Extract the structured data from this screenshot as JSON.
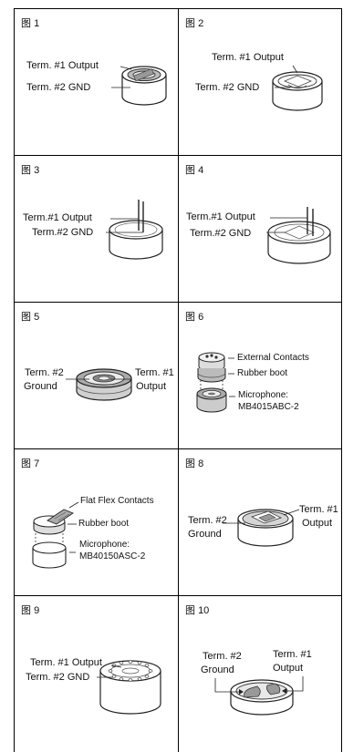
{
  "figure_prefix": "图",
  "panels": [
    {
      "num": "1",
      "labels": [
        "Term. #1 Output",
        "Term. #2 GND"
      ]
    },
    {
      "num": "2",
      "labels": [
        "Term. #1 Output",
        "Term. #2 GND"
      ]
    },
    {
      "num": "3",
      "labels": [
        "Term.#1 Output",
        "Term.#2 GND"
      ]
    },
    {
      "num": "4",
      "labels": [
        "Term.#1 Output",
        "Term.#2 GND"
      ]
    },
    {
      "num": "5",
      "labels": [
        "Term. #2",
        "Ground",
        "Term. #1",
        "Output"
      ]
    },
    {
      "num": "6",
      "labels": [
        "External Contacts",
        "Rubber boot",
        "Microphone:",
        "MB4015ABC-2"
      ]
    },
    {
      "num": "7",
      "labels": [
        "Flat Flex Contacts",
        "Rubber boot",
        "Microphone:",
        "MB40150ASC-2"
      ]
    },
    {
      "num": "8",
      "labels": [
        "Term. #2",
        "Ground",
        "Term. #1",
        "Output"
      ]
    },
    {
      "num": "9",
      "labels": [
        "Term. #1 Output",
        "Term. #2 GND"
      ]
    },
    {
      "num": "10",
      "labels": [
        "Term. #2",
        "Ground",
        "Term. #1",
        "Output"
      ]
    }
  ]
}
